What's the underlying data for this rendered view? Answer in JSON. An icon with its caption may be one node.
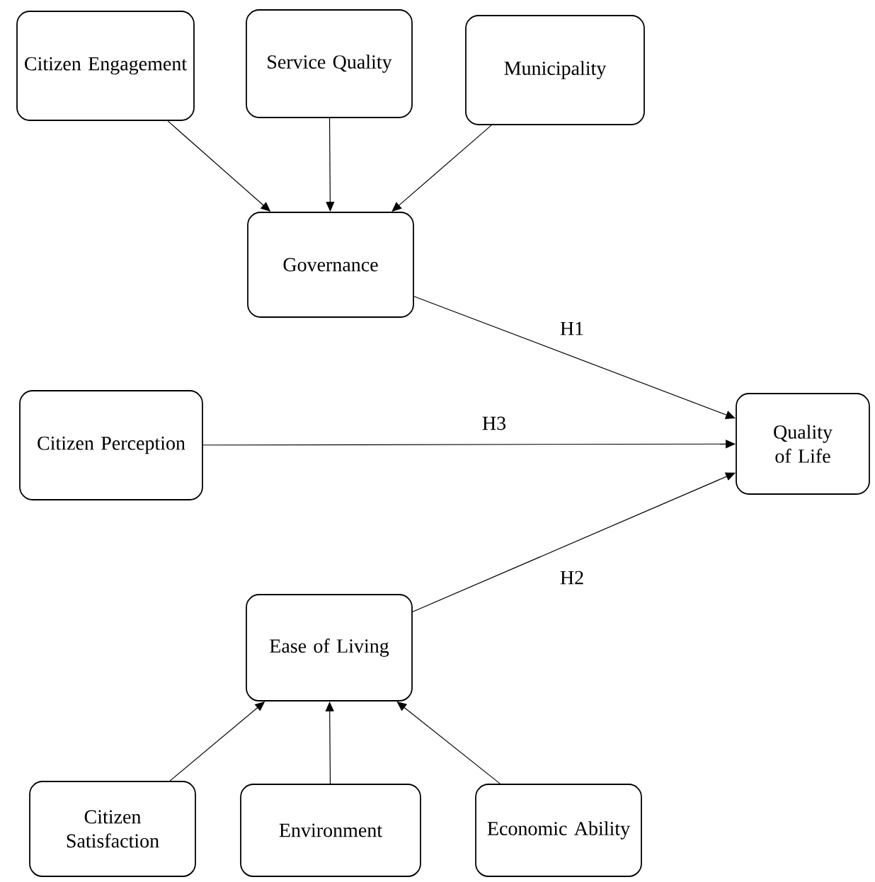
{
  "diagram": {
    "nodes": [
      {
        "text": [
          "Citizen Engagement"
        ]
      },
      {
        "text": [
          "Service Quality"
        ]
      },
      {
        "text": [
          "Municipality"
        ]
      },
      {
        "text": [
          "Governance"
        ]
      },
      {
        "text": [
          "Citizen Perception"
        ]
      },
      {
        "text": [
          "Quality of Life"
        ]
      },
      {
        "text": [
          "Ease of Living"
        ]
      },
      {
        "text": [
          "Citizen Satisfaction"
        ]
      },
      {
        "text": [
          "Environment"
        ]
      },
      {
        "text": [
          "Economic Ability"
        ]
      }
    ],
    "edges": [
      {
        "from": 0,
        "to": 3,
        "arrow": "to"
      },
      {
        "from": 1,
        "to": 3,
        "arrow": "to"
      },
      {
        "from": 2,
        "to": 3,
        "arrow": "to"
      },
      {
        "from": 3,
        "to": 5,
        "arrow": "to",
        "label": "H1"
      },
      {
        "from": 4,
        "to": 5,
        "arrow": "to",
        "label": "H3"
      },
      {
        "from": 6,
        "to": 5,
        "arrow": "to",
        "label": "H2"
      },
      {
        "from": 7,
        "to": 6,
        "arrow": "to"
      },
      {
        "from": 8,
        "to": 6,
        "arrow": "to"
      },
      {
        "from": 9,
        "to": 6,
        "arrow": "to"
      }
    ]
  }
}
